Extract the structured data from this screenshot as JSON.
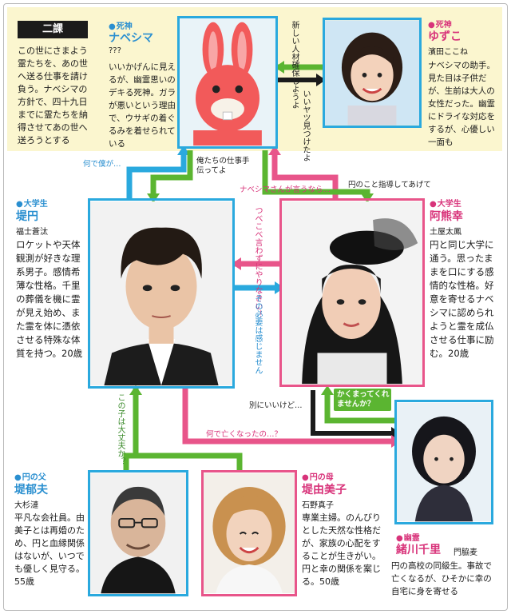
{
  "section": {
    "label": "二課",
    "description": "この世にさまよう霊たちを、あの世へ送る仕事を請け負う。ナベシマの方針で、四十九日までに霊たちを納得させてあの世へ送ろうとする"
  },
  "characters": {
    "nabeshima": {
      "role": "死神",
      "name": "ナベシマ",
      "actor": "???",
      "description": "いいかげんに見えるが、幽霊思いのデキる死神。ガラが悪いという理由で、ウサギの着ぐるみを着せられている"
    },
    "yuzuko": {
      "role": "死神",
      "name": "ゆずこ",
      "actor": "濱田ここね",
      "description": "ナベシマの助手。見た目は子供だが、生前は大人の女性だった。幽霊にドライな対応をするが、心優しい一面も"
    },
    "madoka": {
      "role": "大学生",
      "name": "堤円",
      "actor": "福士蒼汰",
      "description": "ロケットや天体観測が好きな理系男子。感情希薄な性格。千里の葬儀を機に霊が見え始め、また霊を体に憑依させる特殊な体質を持つ。20歳"
    },
    "sachi": {
      "role": "大学生",
      "name": "阿熊幸",
      "actor": "土屋太鳳",
      "description": "円と同じ大学に通う。思ったままを口にする感情的な性格。好意を寄せるナベシマに認められようと霊を成仏させる仕事に励む。20歳"
    },
    "ikuo": {
      "role": "円の父",
      "name": "堤郁夫",
      "actor": "大杉漣",
      "description": "平凡な会社員。由美子とは再婚のため、円と血縁関係はないが、いつでも優しく見守る。55歳"
    },
    "yumiko": {
      "role": "円の母",
      "name": "堤由美子",
      "actor": "石野真子",
      "description": "専業主婦。のんびりとした天然な性格だが、家族の心配をすることが生きがい。円と幸の関係を案じる。50歳"
    },
    "chisato": {
      "role": "幽霊",
      "name": "緒川千里",
      "actor": "門脇麦",
      "description": "円の高校の同級生。事故で亡くなるが、ひそかに幸の自宅に身を寄せる"
    }
  },
  "relations": {
    "yuzuko_to_nabeshima": "新しい人材確保しようよ",
    "nabeshima_to_yuzuko": "いいヤツ見つけたよ",
    "madoka_to_nabeshima": "何で僕が…",
    "nabeshima_to_madoka": "俺たちの仕事手伝ってよ",
    "sachi_to_nabeshima": "ナベシマさんが言うなら…",
    "nabeshima_to_sachi": "円のこと指導してあげて",
    "sachi_to_madoka": "つべこべ言わずにやりなさい！",
    "madoka_to_sachi": "その必要は感じません",
    "chisato_to_sachi": "かくまってくれませんか？",
    "sachi_to_chisato": "別にいいけど…",
    "madoka_to_chisato": "何で亡くなったの…？",
    "ikuo_to_madoka": "この子は大丈夫か？"
  },
  "colors": {
    "blue": "#2aa9de",
    "pink": "#e8558a",
    "green": "#5bb531",
    "dark": "#1b1b1b",
    "band": "#fbf6cf"
  }
}
